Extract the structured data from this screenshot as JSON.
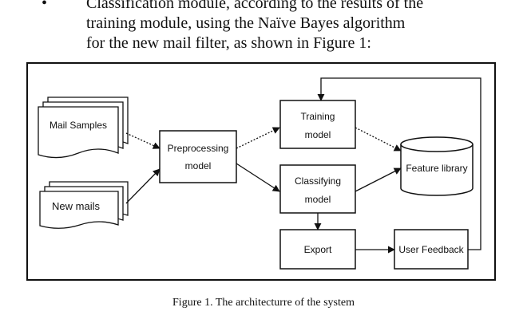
{
  "text": {
    "bullet_symbol": "•",
    "lines": [
      "Classification module, according to the results of the",
      "training module, using the Naïve Bayes algorithm",
      "for the new mail filter, as shown in Figure 1:"
    ]
  },
  "diagram": {
    "nodes": {
      "mail_samples": "Mail Samples",
      "new_mails": "New mails",
      "preprocessing": [
        "Preprocessing",
        "model"
      ],
      "training": [
        "Training",
        "model"
      ],
      "classifying": [
        "Classifying",
        "model"
      ],
      "feature_library": "Feature library",
      "export": "Export",
      "user_feedback": "User Feedback"
    }
  },
  "caption": "Figure 1.    The architecturre of the system"
}
